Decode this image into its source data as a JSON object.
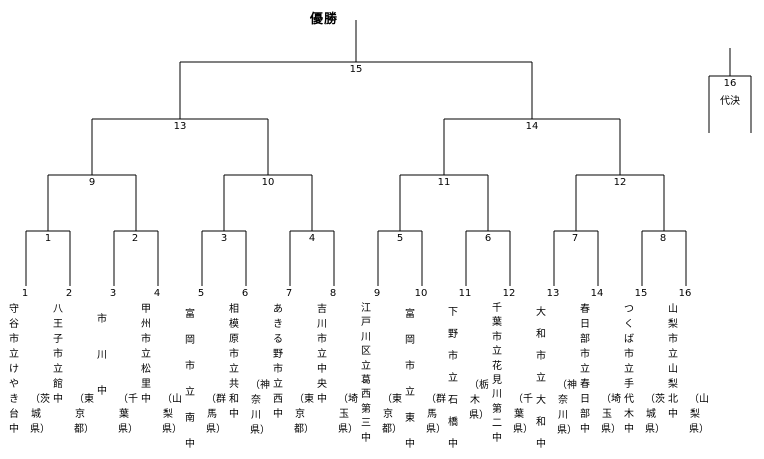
{
  "title": "優勝",
  "playoff": {
    "match": "16",
    "label": "代決"
  },
  "matches": {
    "m1": "1",
    "m2": "2",
    "m3": "3",
    "m4": "4",
    "m5": "5",
    "m6": "6",
    "m7": "7",
    "m8": "8",
    "m9": "9",
    "m10": "10",
    "m11": "11",
    "m12": "12",
    "m13": "13",
    "m14": "14",
    "m15": "15"
  },
  "teams": [
    {
      "seed": "1",
      "school": "守谷市立けやき台中",
      "pref": "（茨城県）"
    },
    {
      "seed": "2",
      "school": "八王子市立館中",
      "pref": "（東京都）"
    },
    {
      "seed": "3",
      "school": "市川中",
      "pref": "（千葉県）"
    },
    {
      "seed": "4",
      "school": "甲州市立松里中",
      "pref": "（山梨県）"
    },
    {
      "seed": "5",
      "school": "富岡市立南中",
      "pref": "（群馬県）"
    },
    {
      "seed": "6",
      "school": "相模原市立共和中",
      "pref": "（神奈川県）"
    },
    {
      "seed": "7",
      "school": "あきる野市立西中",
      "pref": "（東京都）"
    },
    {
      "seed": "8",
      "school": "吉川市立中央中",
      "pref": "（埼玉県）"
    },
    {
      "seed": "9",
      "school": "江戸川区立葛西第三中",
      "pref": "（東京都）"
    },
    {
      "seed": "10",
      "school": "富岡市立東中",
      "pref": "（群馬県）"
    },
    {
      "seed": "11",
      "school": "下野市立石橋中",
      "pref": "（栃木県）"
    },
    {
      "seed": "12",
      "school": "千葉市立花見川第二中",
      "pref": "（千葉県）"
    },
    {
      "seed": "13",
      "school": "大和市立大和中",
      "pref": "（神奈川県）"
    },
    {
      "seed": "14",
      "school": "春日部市立春日部中",
      "pref": "（埼玉県）"
    },
    {
      "seed": "15",
      "school": "つくば市立手代木中",
      "pref": "（茨城県）"
    },
    {
      "seed": "16",
      "school": "山梨市立山梨北中",
      "pref": "（山梨県）"
    }
  ]
}
